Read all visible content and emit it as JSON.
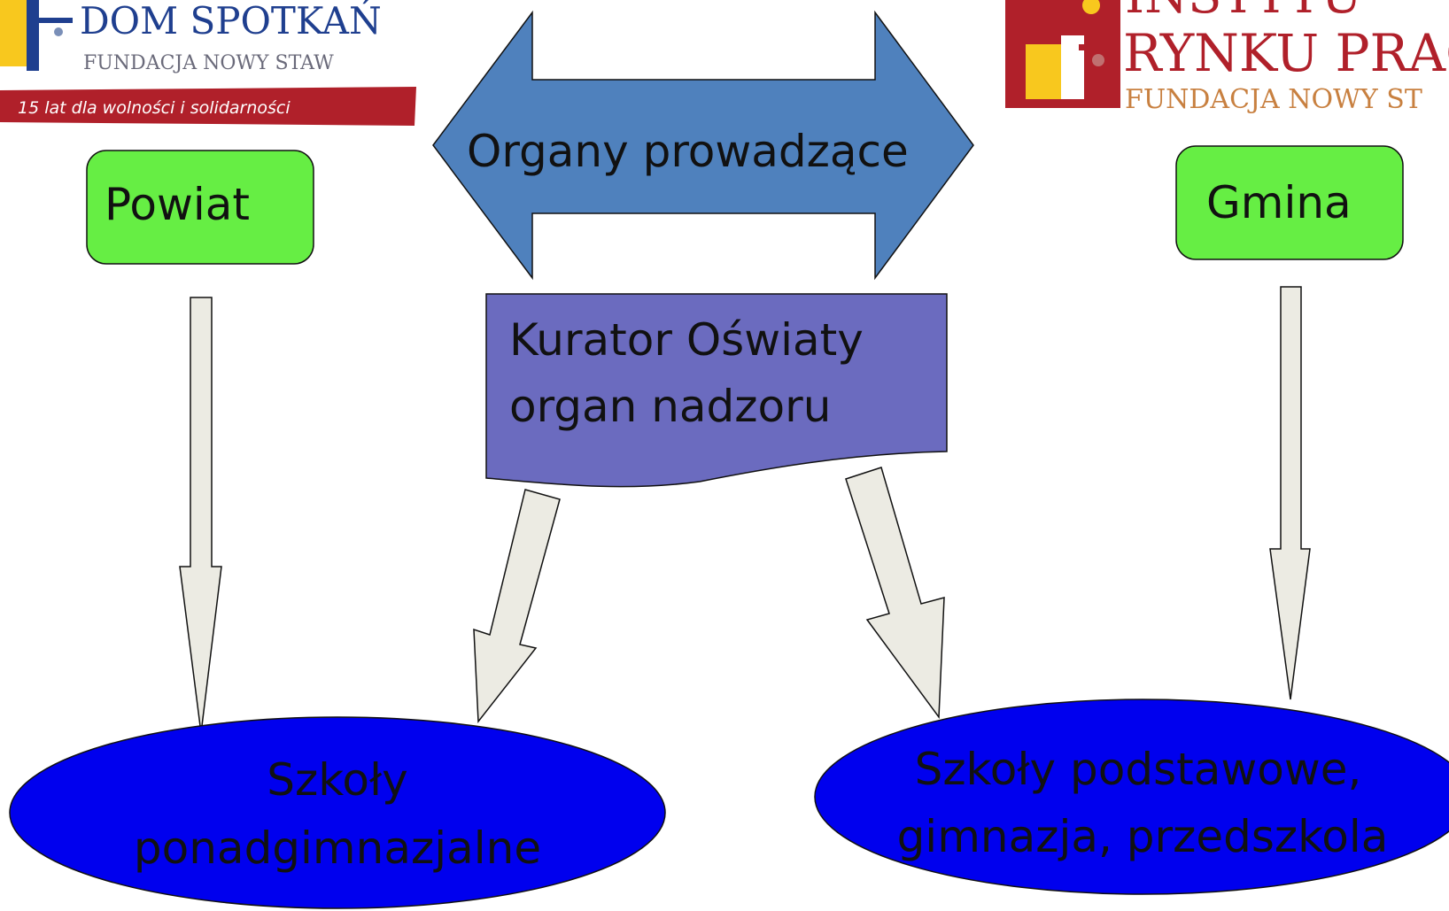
{
  "logo_left": {
    "title": "DOM SPOTKAŃ",
    "subtitle": "FUNDACJA NOWY STAW",
    "tagline": "15 lat dla wolności i solidarności"
  },
  "logo_right": {
    "title_top": "INSTYTU",
    "title": "RYNKU PRAC",
    "subtitle": "FUNDACJA NOWY ST"
  },
  "nodes": {
    "organy": "Organy prowadzące",
    "powiat": "Powiat",
    "gmina": "Gmina",
    "kurator_line1": "Kurator Oświaty",
    "kurator_line2": "organ nadzoru",
    "szkoly_left_line1": "Szkoły",
    "szkoly_left_line2": "ponadgimnazjalne",
    "szkoly_right_line1": "Szkoły podstawowe,",
    "szkoly_right_line2": "gimnazja, przedszkola"
  },
  "colors": {
    "green_box": "#66ee44",
    "big_arrow": "#4f81bd",
    "kurator_box": "#6b6bbf",
    "ellipse": "#0000ee",
    "small_arrow": "#ecebe3",
    "logo_blue": "#1f3f8f",
    "logo_red": "#b0202a",
    "logo_yellow": "#f8c81e"
  }
}
